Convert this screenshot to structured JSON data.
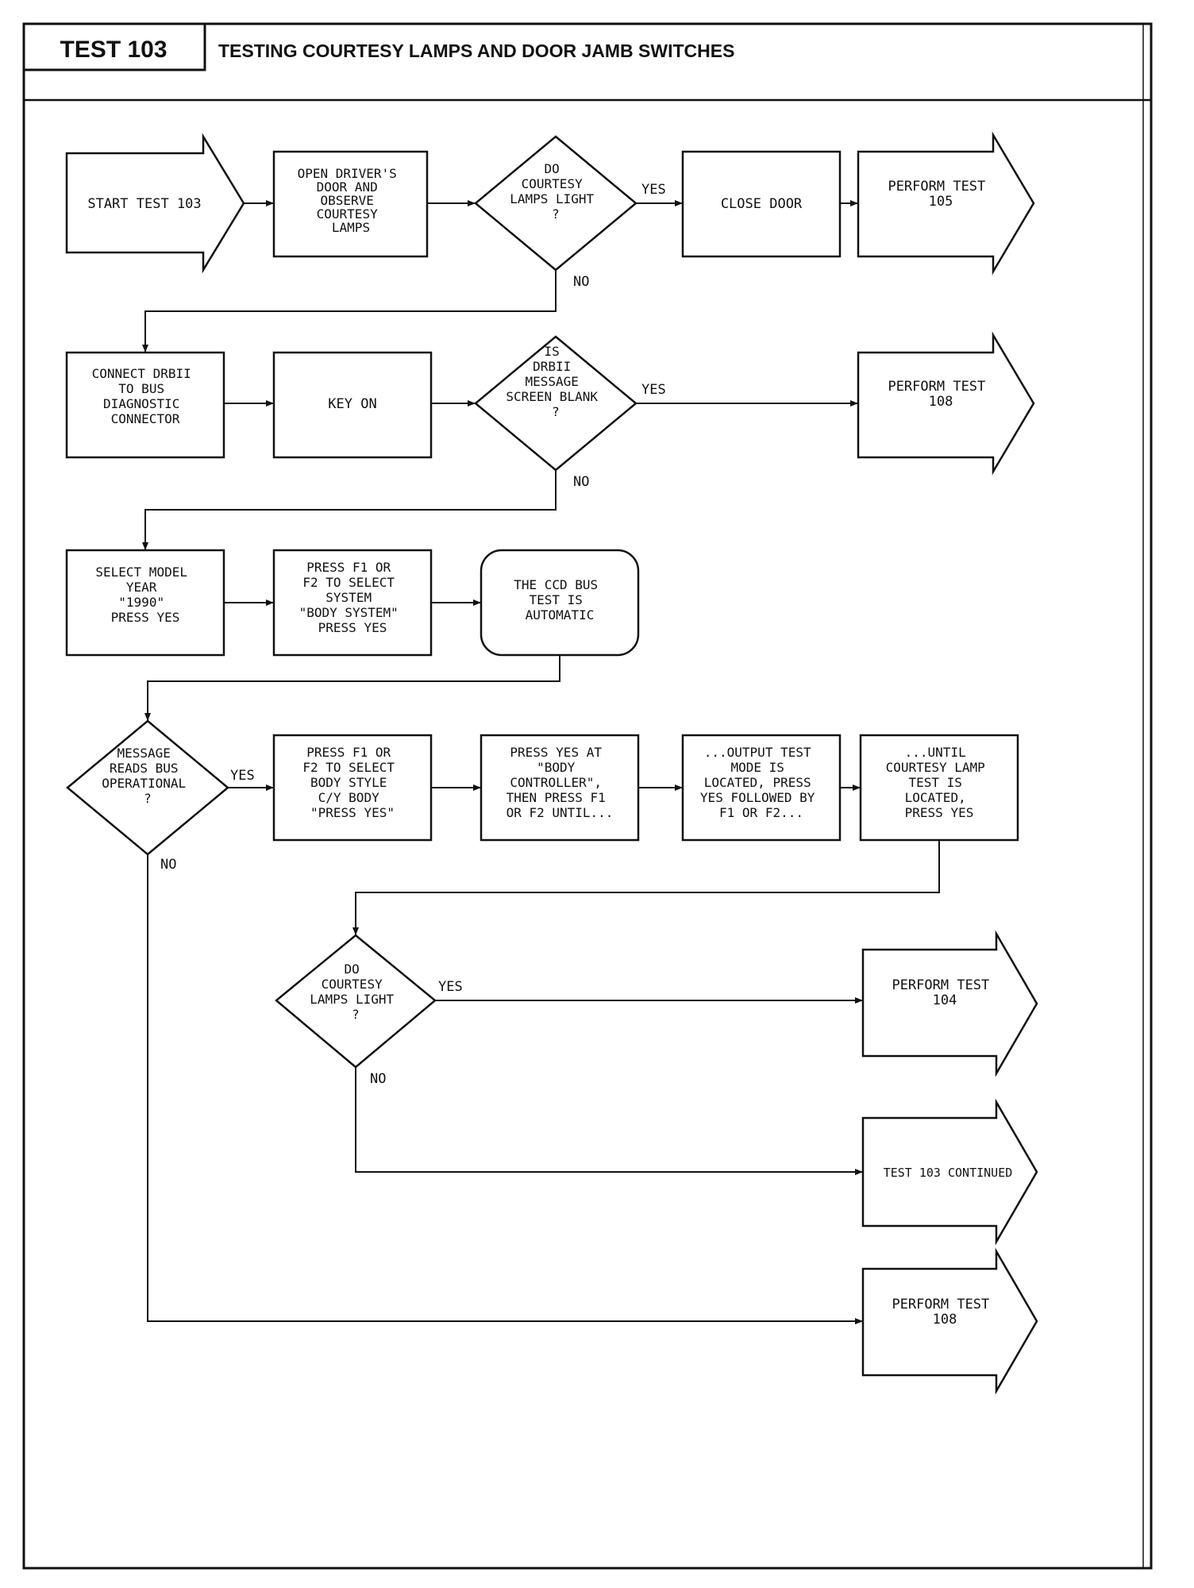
{
  "header": {
    "test_label": "TEST 103",
    "title": "TESTING COURTESY LAMPS AND DOOR JAMB SWITCHES"
  },
  "nodes": {
    "start": "START TEST 103",
    "open_door": [
      "OPEN DRIVER'S",
      "DOOR AND",
      "OBSERVE",
      "COURTESY",
      "LAMPS"
    ],
    "q_lamps_1": [
      "DO",
      "COURTESY",
      "LAMPS LIGHT",
      "?"
    ],
    "close_door": "CLOSE DOOR",
    "perform_105": [
      "PERFORM TEST",
      "105"
    ],
    "connect_drb": [
      "CONNECT DRBII",
      "TO BUS",
      "DIAGNOSTIC",
      "CONNECTOR"
    ],
    "key_on": "KEY ON",
    "q_blank": [
      "IS",
      "DRBII",
      "MESSAGE",
      "SCREEN BLANK",
      "?"
    ],
    "perform_108_a": [
      "PERFORM TEST",
      "108"
    ],
    "select_year": [
      "SELECT MODEL",
      "YEAR",
      "\"1990\"",
      "PRESS YES"
    ],
    "select_system": [
      "PRESS F1 OR",
      "F2 TO SELECT",
      "SYSTEM",
      "\"BODY SYSTEM\"",
      "PRESS YES"
    ],
    "ccd_auto": [
      "THE CCD BUS",
      "TEST IS",
      "AUTOMATIC"
    ],
    "q_bus": [
      "MESSAGE",
      "READS BUS",
      "OPERATIONAL",
      "?"
    ],
    "body_style": [
      "PRESS F1 OR",
      "F2 TO SELECT",
      "BODY STYLE",
      "C/Y BODY",
      "\"PRESS YES\""
    ],
    "body_controller": [
      "PRESS YES AT",
      "\"BODY",
      "CONTROLLER\",",
      "THEN PRESS F1",
      "OR F2 UNTIL..."
    ],
    "output_test": [
      "...OUTPUT TEST",
      "MODE IS",
      "LOCATED, PRESS",
      "YES FOLLOWED BY",
      "F1 OR F2..."
    ],
    "until_lamp": [
      "...UNTIL",
      "COURTESY LAMP",
      "TEST IS",
      "LOCATED,",
      "PRESS YES"
    ],
    "q_lamps_2": [
      "DO",
      "COURTESY",
      "LAMPS LIGHT",
      "?"
    ],
    "perform_104": [
      "PERFORM TEST",
      "104"
    ],
    "continued": "TEST 103 CONTINUED",
    "perform_108_b": [
      "PERFORM TEST",
      "108"
    ]
  },
  "labels": {
    "yes": "YES",
    "no": "NO"
  }
}
